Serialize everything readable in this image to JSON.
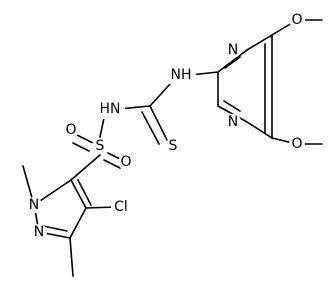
{
  "labels": {
    "o_top": "O",
    "n_ring_top": "N",
    "nh_top": "NH",
    "n_ring_bottom": "N",
    "hn_left": "HN",
    "o_sulfonyl_top": "O",
    "s_sulfonyl": "S",
    "o_sulfonyl_bottom": "O",
    "s_thio": "S",
    "o_bottom": "O",
    "n_methyl": "N",
    "cl": "Cl",
    "n_pyrazole": "N"
  }
}
